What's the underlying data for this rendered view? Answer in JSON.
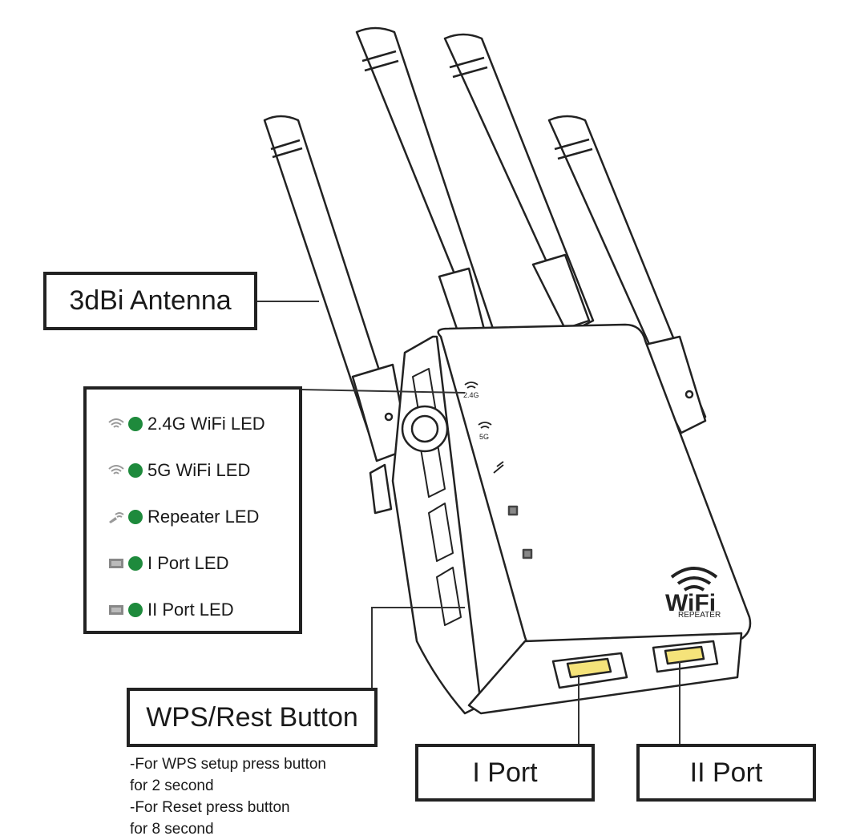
{
  "labels": {
    "antenna": "3dBi Antenna",
    "wps_button": "WPS/Rest Button",
    "port1": "I Port",
    "port2": "II Port"
  },
  "leds": [
    {
      "icon": "wifi-icon",
      "label": "2.4G WiFi LED"
    },
    {
      "icon": "wifi-icon",
      "label": "5G WiFi LED"
    },
    {
      "icon": "repeater-icon",
      "label": "Repeater LED"
    },
    {
      "icon": "port-icon",
      "label": "I Port LED"
    },
    {
      "icon": "port-icon",
      "label": "II Port LED"
    }
  ],
  "led_color": "#1e8a3c",
  "wps_notes": [
    "-For WPS setup press button",
    "for 2 second",
    "-For Reset press button",
    "for 8 second"
  ],
  "device": {
    "panel_labels": [
      "2.4G",
      "5G"
    ],
    "logo_text": "WiFi",
    "logo_subtext": "REPEATER"
  }
}
